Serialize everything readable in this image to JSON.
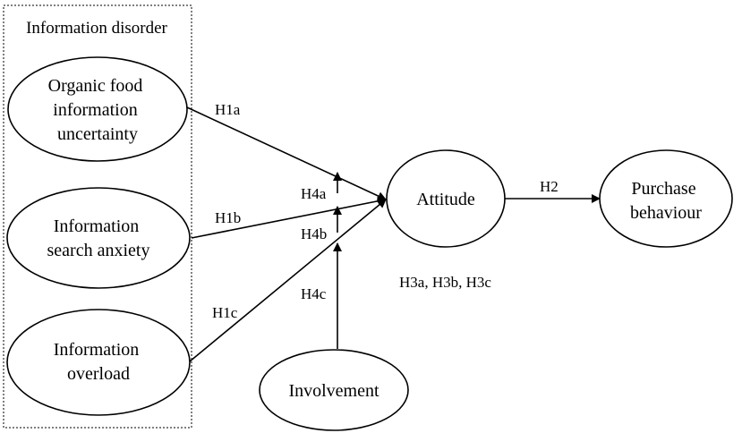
{
  "group": {
    "label": "Information disorder"
  },
  "nodes": {
    "organic": [
      "Organic food",
      "information",
      "uncertainty"
    ],
    "search": [
      "Information",
      "search anxiety"
    ],
    "overload": [
      "Information",
      "overload"
    ],
    "attitude": [
      "Attitude"
    ],
    "purchase": [
      "Purchase",
      "behaviour"
    ],
    "involvement": [
      "Involvement"
    ]
  },
  "edges": {
    "h1a": "H1a",
    "h1b": "H1b",
    "h1c": "H1c",
    "h2": "H2",
    "h4a": "H4a",
    "h4b": "H4b",
    "h4c": "H4c"
  },
  "notes": {
    "h3": "H3a, H3b, H3c"
  }
}
